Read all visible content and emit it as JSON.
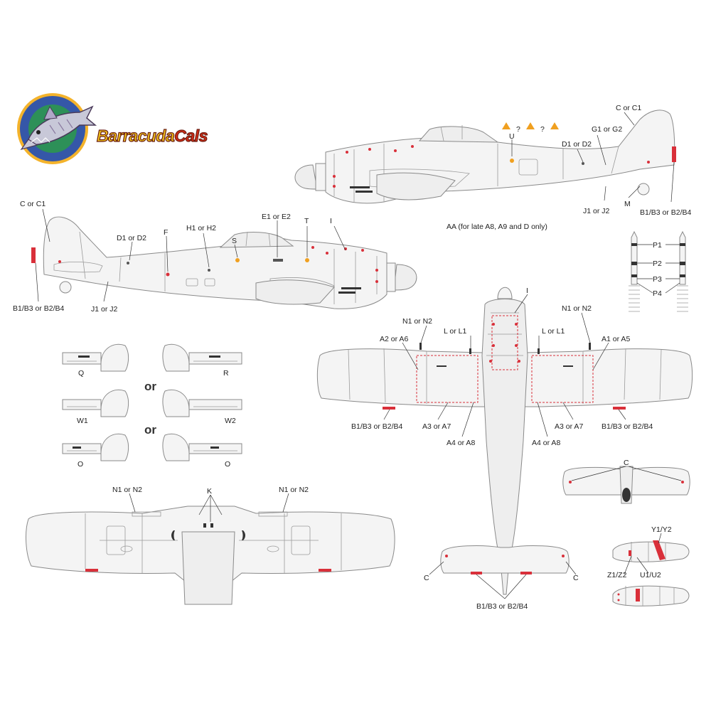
{
  "brand": {
    "name_part1": "Barracuda",
    "name_part2": "Cals",
    "colors": {
      "yellow": "#f0c419",
      "red": "#d72c16",
      "outline": "#6a1c10"
    }
  },
  "side_top": {
    "labels": {
      "c": "C or C1",
      "g": "G1 or G2",
      "d": "D1 or D2",
      "u": "U",
      "j": "J1 or J2",
      "m": "M",
      "b": "B1/B3 or B2/B4",
      "aa": "AA (for late A8, A9 and D only)",
      "q1": "?",
      "q2": "?"
    }
  },
  "side_bottom": {
    "labels": {
      "c": "C or C1",
      "d": "D1 or D2",
      "f": "F",
      "h": "H1 or H2",
      "s": "S",
      "e": "E1 or E2",
      "t": "T",
      "i": "I",
      "b": "B1/B3 or B2/B4",
      "j": "J1 or J2"
    }
  },
  "props": {
    "p1": "P1",
    "p2": "P2",
    "p3": "P3",
    "p4": "P4"
  },
  "gear_options": {
    "q": "Q",
    "r": "R",
    "w1": "W1",
    "w2": "W2",
    "o_left": "O",
    "o_right": "O",
    "or1": "or",
    "or2": "or"
  },
  "top_view": {
    "labels": {
      "i": "I",
      "n_left": "N1 or N2",
      "n_right": "N1 or N2",
      "l_left": "L or L1",
      "l_right": "L or L1",
      "a2": "A2 or A6",
      "a1": "A1 or A5",
      "b_left": "B1/B3 or B2/B4",
      "b_right": "B1/B3 or B2/B4",
      "a3_left": "A3 or A7",
      "a3_right": "A3 or A7",
      "a4_left": "A4 or A8",
      "a4_right": "A4 or A8",
      "c_left": "C",
      "c_right": "C",
      "b_tail": "B1/B3 or B2/B4"
    }
  },
  "bottom_view": {
    "labels": {
      "n_left": "N1 or N2",
      "k": "K",
      "n_right": "N1 or  N2"
    }
  },
  "tailplane": {
    "c": "C"
  },
  "drop_tanks": {
    "y": "Y1/Y2",
    "z": "Z1/Z2",
    "u": "U1/U2"
  }
}
